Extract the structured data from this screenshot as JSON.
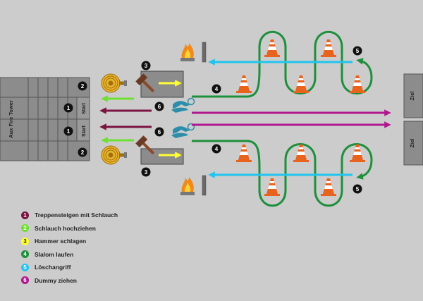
{
  "colors": {
    "background": "#cccccc",
    "step1": "#7a1441",
    "step2": "#6ee032",
    "step3": "#ffff33",
    "step4": "#1e8f3c",
    "step5": "#22c4ee",
    "step6": "#b0168e",
    "tower": "#8c8c8c",
    "ziel": "#8c8c8c",
    "dummy": "#2c8eaa"
  },
  "tower": {
    "name": "Aux Fire Tower",
    "start_top": "Start",
    "start_bottom": "Start",
    "badge_1": "1",
    "badge_2": "2"
  },
  "goals": {
    "top": "Ziel",
    "bottom": "Ziel"
  },
  "stations": {
    "hammer": "3",
    "slalom": "4",
    "loesch": "5",
    "dummy": "6"
  },
  "legend": [
    {
      "num": "1",
      "label": "Treppensteigen mit Schlauch",
      "color": "#7a1441"
    },
    {
      "num": "2",
      "label": "Schlauch hochziehen",
      "color": "#6ee032"
    },
    {
      "num": "3",
      "label": "Hammer schlagen",
      "color": "#ffff33"
    },
    {
      "num": "4",
      "label": "Slalom laufen",
      "color": "#1e8f3c"
    },
    {
      "num": "5",
      "label": "Löschangriff",
      "color": "#22c4ee"
    },
    {
      "num": "6",
      "label": "Dummy ziehen",
      "color": "#b0168e"
    }
  ]
}
